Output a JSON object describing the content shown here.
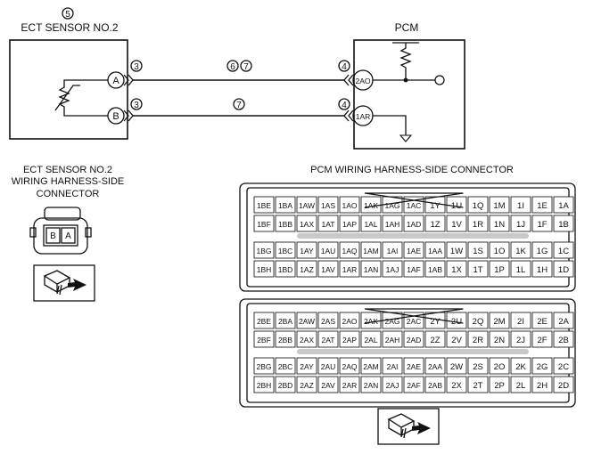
{
  "sensor": {
    "number": "5",
    "title": "ECT SENSOR NO.2",
    "terminals": [
      "A",
      "B"
    ]
  },
  "pcm": {
    "title": "PCM",
    "terminals": [
      "2AO",
      "1AR"
    ]
  },
  "wires": {
    "upper_left": "3",
    "upper_right": "4",
    "upper_mid": [
      "6",
      "7"
    ],
    "lower_left": "3",
    "lower_right": "4",
    "lower_mid": "7"
  },
  "sensor_connector": {
    "title_lines": [
      "ECT SENSOR NO.2",
      "WIRING HARNESS-SIDE",
      "CONNECTOR"
    ],
    "pins": [
      "B",
      "A"
    ]
  },
  "pcm_connector": {
    "title": "PCM WIRING HARNESS-SIDE CONNECTOR",
    "block1": {
      "top": [
        [
          "1BE",
          "1BA",
          "1AW",
          "1AS",
          "1AO",
          "1AK",
          "1AG",
          "1AC",
          "1Y",
          "1U",
          "1Q",
          "1M",
          "1I",
          "1E",
          "1A"
        ],
        [
          "1BF",
          "1BB",
          "1AX",
          "1AT",
          "1AP",
          "1AL",
          "1AH",
          "1AD",
          "1Z",
          "1V",
          "1R",
          "1N",
          "1J",
          "1F",
          "1B"
        ]
      ],
      "bottom": [
        [
          "1BG",
          "1BC",
          "1AY",
          "1AU",
          "1AQ",
          "1AM",
          "1AI",
          "1AE",
          "1AA",
          "1W",
          "1S",
          "1O",
          "1K",
          "1G",
          "1C"
        ],
        [
          "1BH",
          "1BD",
          "1AZ",
          "1AV",
          "1AR",
          "1AN",
          "1AJ",
          "1AF",
          "1AB",
          "1X",
          "1T",
          "1P",
          "",
          "1L",
          "1H",
          "1D"
        ]
      ]
    },
    "block2": {
      "top": [
        [
          "2BE",
          "2BA",
          "2AW",
          "2AS",
          "2AO",
          "2AK",
          "2AG",
          "2AC",
          "2Y",
          "2U",
          "2Q",
          "2M",
          "2I",
          "2E",
          "2A"
        ],
        [
          "2BF",
          "2BB",
          "2AX",
          "2AT",
          "2AP",
          "2AL",
          "2AH",
          "2AD",
          "2Z",
          "2V",
          "2R",
          "2N",
          "2J",
          "2F",
          "2B"
        ]
      ],
      "bottom": [
        [
          "2BG",
          "2BC",
          "2AY",
          "2AU",
          "2AQ",
          "2AM",
          "2AI",
          "2AE",
          "2AA",
          "2W",
          "2S",
          "2O",
          "2K",
          "2G",
          "2C"
        ],
        [
          "2BH",
          "2BD",
          "2AZ",
          "2AV",
          "2AR",
          "2AN",
          "2AJ",
          "2AF",
          "2AB",
          "2X",
          "2T",
          "2P",
          "2L",
          "2H",
          "2D"
        ]
      ]
    }
  },
  "icons": [
    "connector-view-icon",
    "arrow-icon",
    "resistor-icon",
    "thermistor-icon",
    "ground-icon"
  ]
}
